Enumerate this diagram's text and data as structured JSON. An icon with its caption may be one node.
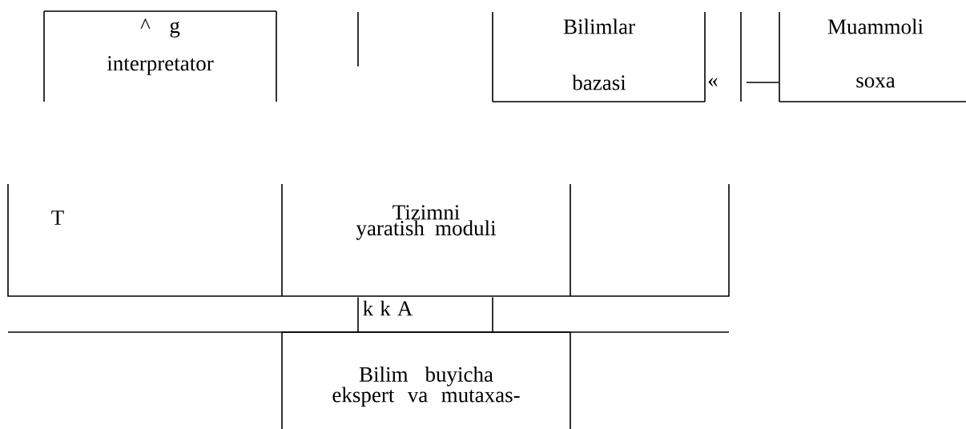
{
  "diagram": {
    "nodes": [
      {
        "text": [
          "^ g",
          "interpretator"
        ]
      },
      {
        "text": [
          "Bilimlar",
          "bazasi"
        ]
      },
      {
        "text": [
          "Muammoli",
          "soxa"
        ]
      },
      {
        "text": [
          "Tizimni yaratish moduli"
        ]
      },
      {
        "text": [
          "Bilim buyicha ekspert va mutaxas-"
        ]
      }
    ],
    "edges": [
      {
        "from": 4,
        "to": 3,
        "arrow": "none"
      },
      {
        "from": 4,
        "to": 3,
        "arrow": "none"
      }
    ],
    "labels": [
      "«",
      "T",
      "k k A"
    ]
  }
}
